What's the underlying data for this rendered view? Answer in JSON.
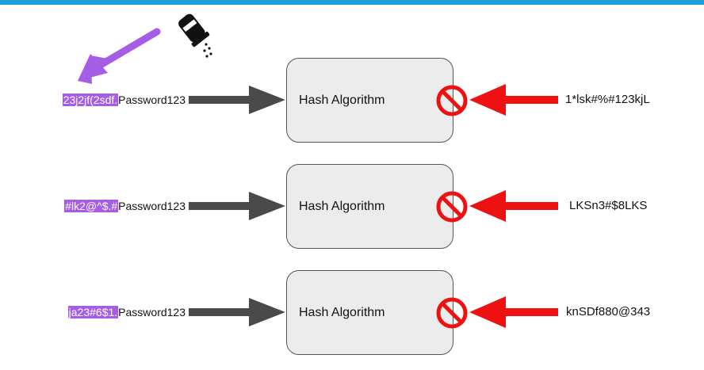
{
  "accent_bar_color": "#1aa1dc",
  "salt_highlight_color": "#a65de5",
  "blocked_arrow_color": "#ee1111",
  "input_arrow_color": "#4a4a4a",
  "icons": [
    "salt-shaker-icon",
    "arrow-icon",
    "no-symbol-icon"
  ],
  "rows": [
    {
      "salt": "23j2jf(2sdf.",
      "password": "Password123",
      "algorithm_label": "Hash Algorithm",
      "hash": "1*lsk#%#123kjL"
    },
    {
      "salt": "#lk2@^$.#",
      "password": "Password123",
      "algorithm_label": "Hash Algorithm",
      "hash": "LKSn3#$8LKS"
    },
    {
      "salt": "ja23#6$1.",
      "password": "Password123",
      "algorithm_label": "Hash Algorithm",
      "hash": "knSDf880@343"
    }
  ]
}
